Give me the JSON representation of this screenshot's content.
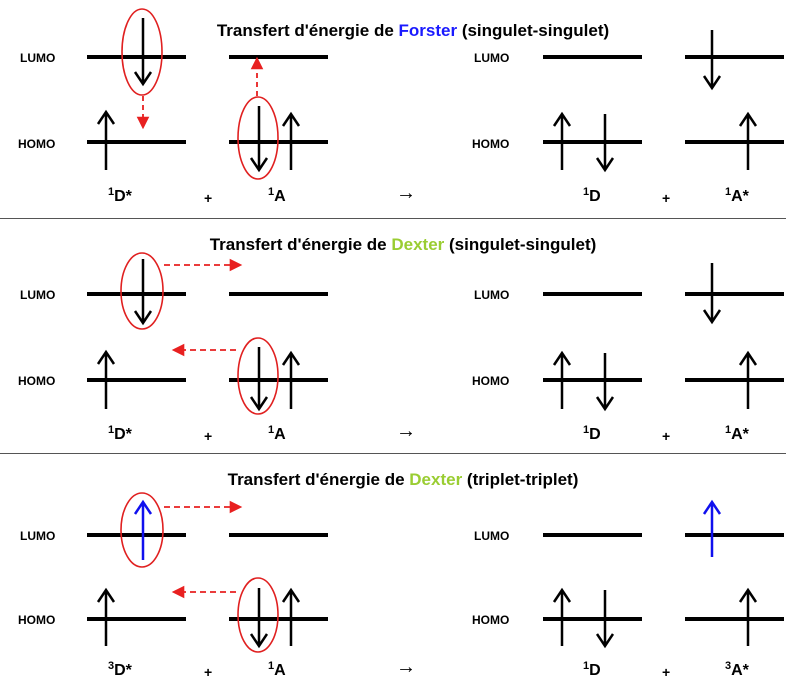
{
  "labels": {
    "lumo": "LUMO",
    "homo": "HOMO",
    "plus": "+",
    "reaction_arrow": "→"
  },
  "colors": {
    "forster": "#1a1aff",
    "dexter": "#9acd32",
    "circle": "#e02020",
    "transfer": "#e82020",
    "triplet_spin": "#1010ee"
  },
  "panels": [
    {
      "title_prefix": "Transfert d'énergie de ",
      "title_name": "Forster",
      "title_name_color": "#1a1aff",
      "title_suffix": " (singulet-singulet)",
      "reactants": {
        "donor_sup": "1",
        "donor": "D*",
        "acceptor_sup": "1",
        "acceptor": "A"
      },
      "products": {
        "donor_sup": "1",
        "donor": "D",
        "acceptor_sup": "1",
        "acceptor": "A*"
      }
    },
    {
      "title_prefix": "Transfert d'énergie de ",
      "title_name": "Dexter",
      "title_name_color": "#9acd32",
      "title_suffix": " (singulet-singulet)",
      "reactants": {
        "donor_sup": "1",
        "donor": "D*",
        "acceptor_sup": "1",
        "acceptor": "A"
      },
      "products": {
        "donor_sup": "1",
        "donor": "D",
        "acceptor_sup": "1",
        "acceptor": "A*"
      }
    },
    {
      "title_prefix": "Transfert d'énergie de ",
      "title_name": "Dexter",
      "title_name_color": "#9acd32",
      "title_suffix": " (triplet-triplet)",
      "reactants": {
        "donor_sup": "3",
        "donor": "D*",
        "acceptor_sup": "1",
        "acceptor": "A"
      },
      "products": {
        "donor_sup": "1",
        "donor": "D",
        "acceptor_sup": "3",
        "acceptor": "A*"
      }
    }
  ]
}
